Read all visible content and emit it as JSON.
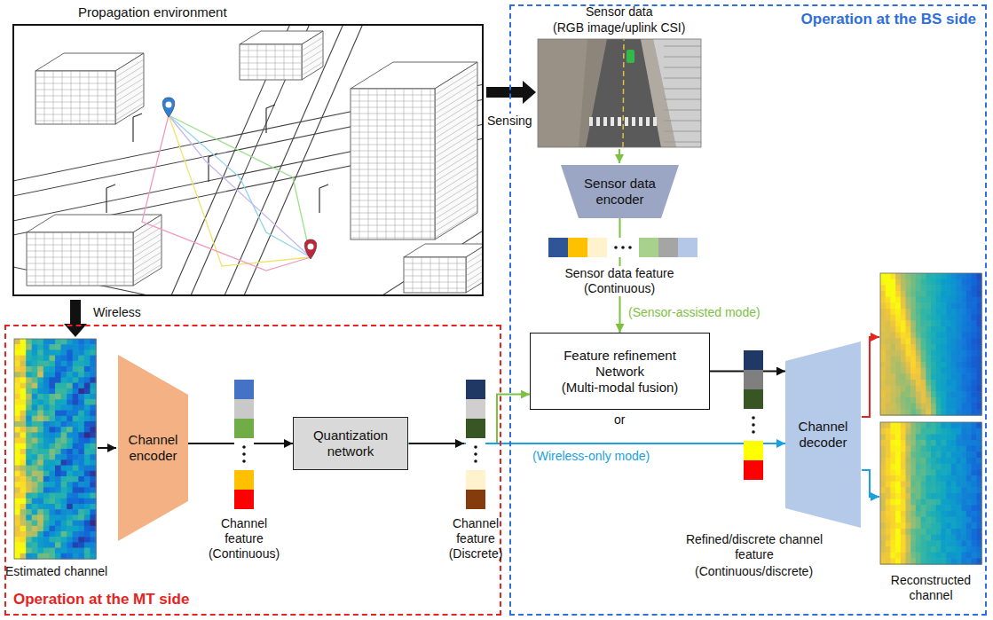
{
  "diagram": {
    "nodes": [
      {
        "text": [
          "Propagation environment"
        ]
      },
      {
        "text": [
          "Operation at the BS side"
        ]
      },
      {
        "text": [
          "Sensor data encoder"
        ],
        "in": 1
      },
      {
        "text": [
          "Feature refinement Network",
          "(Multi-modal fusion)"
        ],
        "in": 1
      },
      {
        "text": [
          "Channel decoder"
        ],
        "in": 1
      },
      {
        "text": [
          "Operation at the MT side"
        ]
      },
      {
        "text": [
          "Channel encoder"
        ],
        "in": 5
      },
      {
        "text": [
          "Quantization network"
        ],
        "in": 5
      }
    ],
    "edges": [
      {
        "from": 6,
        "to": 7,
        "arrow": "to"
      },
      {
        "from": 7,
        "to": 3,
        "arrow": "to"
      },
      {
        "from": 7,
        "to": 4,
        "label": "(Wireless-only mode)",
        "arrow": "to"
      },
      {
        "from": 2,
        "to": 3,
        "label": "(Sensor-assisted mode)",
        "arrow": "to"
      },
      {
        "from": 3,
        "to": 4,
        "arrow": "to"
      }
    ],
    "labels": [
      "Sensing",
      "Wireless",
      "Sensor data",
      "(RGB image/uplink CSI)",
      "Sensor data feature (Continuous)",
      "or",
      "Estimated channel",
      "Channel feature (Continuous)",
      "Channel feature (Discrete)",
      "Refined/discrete channel feature",
      "(Continuous/discrete)",
      "Reconstructed channel"
    ]
  }
}
